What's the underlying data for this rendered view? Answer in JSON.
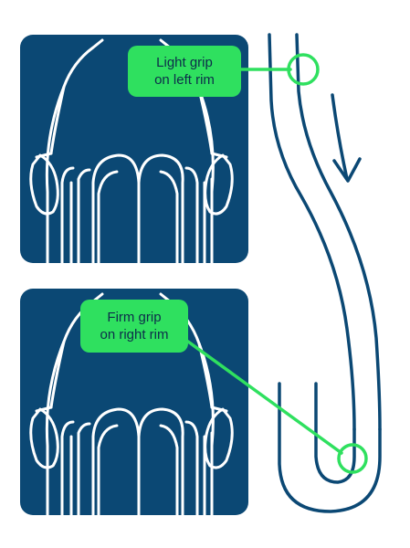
{
  "colors": {
    "panel": "#0b4874",
    "outline": "#ffffff",
    "track": "#0b4874",
    "highlight": "#2fe05f",
    "callout_text": "#0d2d4a"
  },
  "panels": [
    {
      "id": "top",
      "callout": {
        "line1": "Light grip",
        "line2": "on left rim"
      }
    },
    {
      "id": "bottom",
      "callout": {
        "line1": "Firm grip",
        "line2": "on right rim"
      }
    }
  ],
  "icons": [
    "wheelchair-user-figure",
    "wheelchair-track-path",
    "direction-arrow",
    "grip-marker-circle"
  ]
}
